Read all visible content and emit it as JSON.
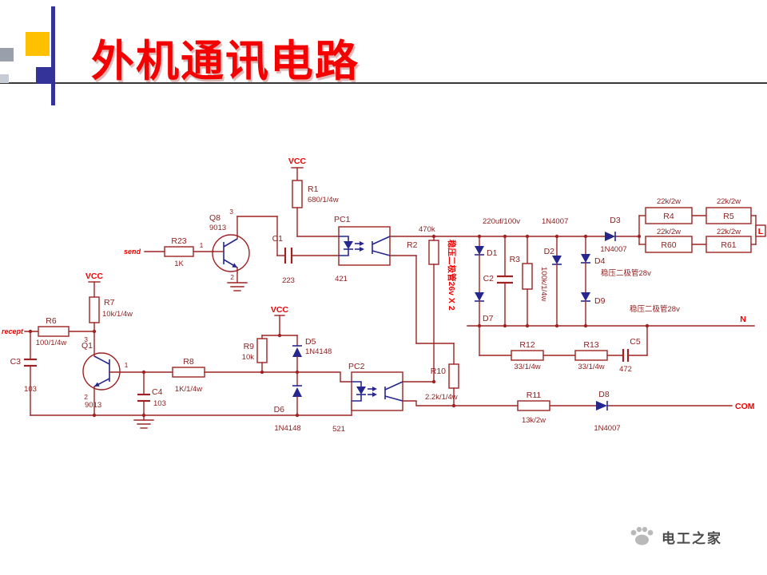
{
  "slide": {
    "title": "外机通讯电路"
  },
  "footer": {
    "brand": "电工之家"
  },
  "net_labels": {
    "vcc": "VCC",
    "send": "send",
    "recept": "recept",
    "line": "L",
    "neutral": "N",
    "com": "COM"
  },
  "annotations": {
    "zener_pair_26v": "稳压二极管26v X 2"
  },
  "components": {
    "r1": {
      "name": "R1",
      "value": "680/1/4w"
    },
    "r2": {
      "name": "R2",
      "value": "470k"
    },
    "r3": {
      "name": "R3",
      "value": "100k/1/4w"
    },
    "r4": {
      "name": "R4",
      "value": "22k/2w"
    },
    "r5": {
      "name": "R5",
      "value": "22k/2w"
    },
    "r6": {
      "name": "R6",
      "value": "100/1/4w"
    },
    "r7": {
      "name": "R7",
      "value": "10k/1/4w"
    },
    "r8": {
      "name": "R8",
      "value": "1K/1/4w"
    },
    "r9": {
      "name": "R9",
      "value": "10k"
    },
    "r10": {
      "name": "R10",
      "value": "2.2k/1/4w"
    },
    "r11": {
      "name": "R11",
      "value": "13k/2w"
    },
    "r12": {
      "name": "R12",
      "value": "33/1/4w"
    },
    "r13": {
      "name": "R13",
      "value": "33/1/4w"
    },
    "r23": {
      "name": "R23",
      "value": "1K"
    },
    "r60": {
      "name": "R60",
      "value": "22k/2w"
    },
    "r61": {
      "name": "R61",
      "value": "22k/2w"
    },
    "c1": {
      "name": "C1",
      "value": "223"
    },
    "c2": {
      "name": "C2",
      "value": "220uf/100v"
    },
    "c3": {
      "name": "C3",
      "value": "103"
    },
    "c4": {
      "name": "C4",
      "value": "103"
    },
    "c5": {
      "name": "C5",
      "value": "472"
    },
    "q1": {
      "name": "Q1",
      "value": "9013",
      "pins": {
        "p1": "1",
        "p2": "2",
        "p3": "3"
      }
    },
    "q8": {
      "name": "Q8",
      "value": "9013",
      "pins": {
        "p1": "1",
        "p2": "2",
        "p3": "3"
      }
    },
    "pc1": {
      "name": "PC1",
      "value": "421"
    },
    "pc2": {
      "name": "PC2",
      "value": "521"
    },
    "d1": {
      "name": "D1"
    },
    "d2": {
      "name": "D2",
      "value": "1N4007"
    },
    "d3": {
      "name": "D3",
      "value": "1N4007"
    },
    "d4": {
      "name": "D4",
      "value": "稳压二极管28v"
    },
    "d5": {
      "name": "D5",
      "value": "1N4148"
    },
    "d6": {
      "name": "D6",
      "value": "1N4148"
    },
    "d7": {
      "name": "D7"
    },
    "d8": {
      "name": "D8",
      "value": "1N4007"
    },
    "d9": {
      "name": "D9",
      "value": "稳压二极管28v"
    }
  }
}
